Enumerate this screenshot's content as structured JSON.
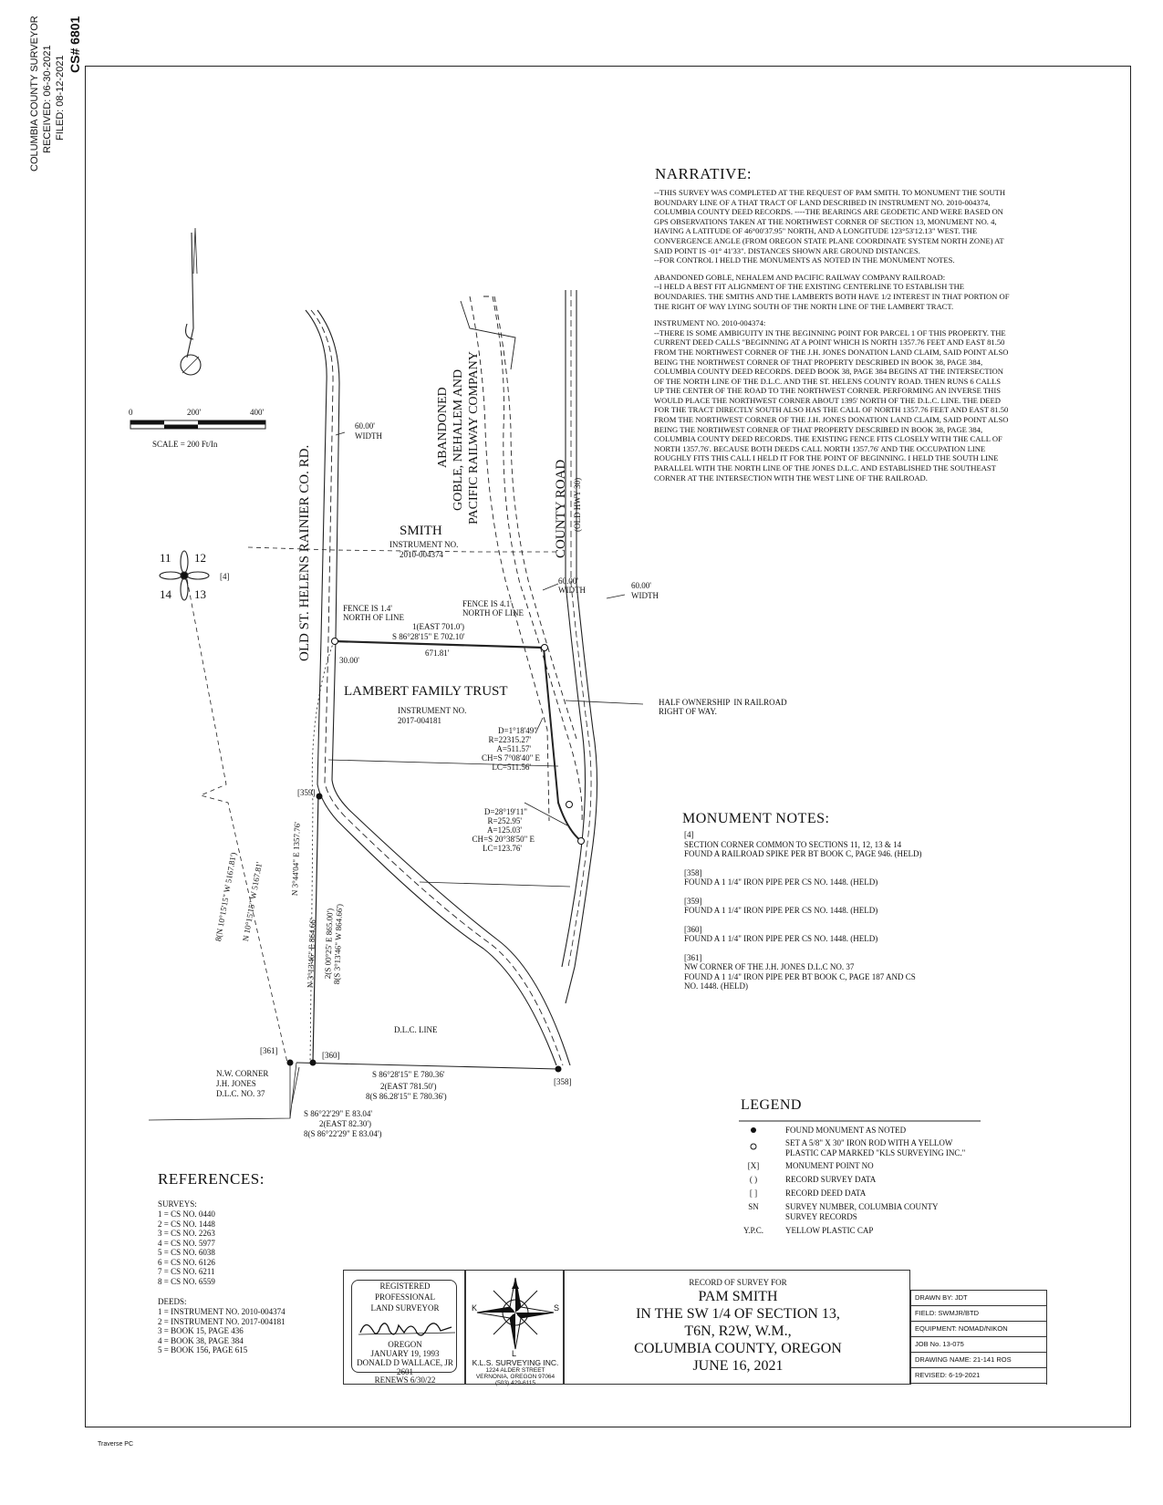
{
  "stamp": {
    "line1": "COLUMBIA COUNTY SURVEYOR",
    "line2": "RECEIVED: 06-30-2021",
    "line3": "FILED: 08-12-2021",
    "line4": "CS# 6801"
  },
  "scale": {
    "tick0": "0",
    "tick1": "200'",
    "tick2": "400'",
    "label": "SCALE = 200 Ft/In"
  },
  "section_corner": {
    "nw": "11",
    "ne": "12",
    "sw": "14",
    "se": "13",
    "ref": "[4]"
  },
  "map_labels": {
    "road_old": "OLD ST. HELENS RAINIER CO. RD.",
    "railway_1": "ABANDONED",
    "railway_2": "GOBLE, NEHALEM AND",
    "railway_3": "PACIFIC RAILWAY COMPANY",
    "county_road": "COUNTY ROAD",
    "old_hwy": "(OLD HWY 30)",
    "width_left_1": "60.00'",
    "width_left_2": "WIDTH",
    "width_mid_1": "60.00'",
    "width_mid_2": "WIDTH",
    "width_right_1": "60.00'",
    "width_right_2": "WIDTH",
    "smith": "SMITH",
    "smith_inst_1": "INSTRUMENT NO.",
    "smith_inst_2": "2010-004374",
    "fence_left_1": "FENCE IS 1.4'",
    "fence_left_2": "NORTH OF LINE",
    "fence_right_1": "FENCE IS 4.1'",
    "fence_right_2": "NORTH OF LINE",
    "north_line_rec": "1(EAST 701.0')",
    "north_line_brg": "S 86°28'15\" E 702.10'",
    "north_line_dist": "671.81'",
    "offset": "30.00'",
    "lambert": "LAMBERT FAMILY TRUST",
    "lambert_inst_1": "INSTRUMENT NO.",
    "lambert_inst_2": "2017-004181",
    "curve1": [
      "D=1°18'49\"",
      "R=22315.27'",
      "A=511.57'",
      "CH=S 7°08'40\" E",
      "LC=511.56'"
    ],
    "curve2": [
      "D=28°19'11\"",
      "R=252.95'",
      "A=125.03'",
      "CH=S 20°38'50\" E",
      "LC=123.76'"
    ],
    "half_ownership_1": "HALF OWNERSHIP  IN RAILROAD",
    "half_ownership_2": "RIGHT OF WAY.",
    "mon_359": "[359]",
    "mon_360": "[360]",
    "mon_361": "[361]",
    "mon_358": "[358]",
    "west_line_1": "N 3°44'04\" E 1357.76'",
    "west_line_2": "N 3°13'46\" E 864.66'",
    "west_line_3": "2(S 00°25' E 865.00')",
    "west_line_4": "8(S 3°13'46\" W 864.66')",
    "long_line_1": "8(N 10°15'15\" W 5167.81')",
    "long_line_2": "N 10°15'15\" W 5167.81'",
    "dlc_line": "D.L.C. LINE",
    "south_brg": "S 86°28'15\" E 780.36'",
    "south_rec_2": "2(EAST 781.50')",
    "south_rec_8": "8(S 86.28'15\" E 780.36')",
    "nw_corner_1": "N.W. CORNER",
    "nw_corner_2": "J.H. JONES",
    "nw_corner_3": "D.L.C. NO. 37",
    "short_brg": "S 86°22'29\" E 83.04'",
    "short_rec_2": "2(EAST 82.30')",
    "short_rec_8": "8(S 86°22'29\" E 83.04')"
  },
  "narrative": {
    "heading": "NARRATIVE:",
    "p1": "--THIS SURVEY WAS COMPLETED AT THE REQUEST OF PAM SMITH. TO MONUMENT THE SOUTH BOUNDARY LINE OF A THAT TRACT OF LAND DESCRIBED IN INSTRUMENT NO. 2010-004374, COLUMBIA COUNTY DEED RECORDS.  ----THE BEARINGS ARE GEODETIC AND WERE BASED ON GPS OBSERVATIONS TAKEN AT THE NORTHWEST CORNER OF SECTION 13, MONUMENT NO. 4, HAVING A LATITUDE OF 46°00'37.95\" NORTH, AND A LONGITUDE 123°53'12.13\" WEST. THE CONVERGENCE ANGLE (FROM OREGON STATE PLANE COORDINATE SYSTEM NORTH ZONE) AT SAID POINT IS -01° 41'33\". DISTANCES SHOWN ARE GROUND DISTANCES.",
    "p1b": "--FOR CONTROL I HELD THE MONUMENTS AS NOTED IN THE MONUMENT NOTES.",
    "p2h": "ABANDONED GOBLE, NEHALEM AND PACIFIC RAILWAY COMPANY RAILROAD:",
    "p2": "--I HELD A BEST FIT ALIGNMENT OF THE EXISTING CENTERLINE TO ESTABLISH THE BOUNDARIES.  THE SMITHS AND THE LAMBERTS BOTH HAVE 1/2 INTEREST IN THAT PORTION OF THE RIGHT OF WAY LYING SOUTH OF THE NORTH LINE OF THE LAMBERT TRACT.",
    "p3h": "INSTRUMENT NO. 2010-004374:",
    "p3": "--THERE IS SOME AMBIGUITY IN THE BEGINNING POINT FOR PARCEL 1 OF THIS PROPERTY. THE CURRENT DEED CALLS \"BEGINNING AT A POINT WHICH IS NORTH 1357.76 FEET AND EAST 81.50 FROM THE NORTHWEST CORNER OF THE J.H. JONES DONATION LAND CLAIM, SAID POINT ALSO BEING THE NORTHWEST CORNER OF THAT PROPERTY DESCRIBED IN BOOK 38, PAGE 384, COLUMBIA COUNTY DEED RECORDS. DEED BOOK 38, PAGE 384 BEGINS AT THE INTERSECTION OF THE NORTH LINE OF THE D.L.C. AND THE ST. HELENS COUNTY ROAD. THEN RUNS 6 CALLS UP THE CENTER OF THE ROAD TO THE NORTHWEST CORNER.  PERFORMING AN INVERSE THIS WOULD PLACE THE NORTHWEST CORNER ABOUT 1395' NORTH OF THE D.L.C. LINE. THE DEED FOR THE TRACT DIRECTLY SOUTH ALSO HAS THE CALL OF NORTH 1357.76 FEET AND EAST 81.50 FROM THE NORTHWEST CORNER OF THE J.H. JONES DONATION LAND CLAIM, SAID POINT ALSO BEING THE NORTHWEST CORNER OF THAT PROPERTY DESCRIBED IN BOOK 38, PAGE 384, COLUMBIA COUNTY DEED RECORDS. THE EXISTING FENCE FITS CLOSELY WITH THE CALL OF NORTH 1357.76'.  BECAUSE BOTH DEEDS CALL NORTH 1357.76' AND THE OCCUPATION LINE ROUGHLY FITS THIS CALL I HELD IT FOR THE POINT OF BEGINNING.  I HELD THE SOUTH LINE PARALLEL WITH THE NORTH LINE OF THE JONES D.L.C. AND ESTABLISHED THE SOUTHEAST CORNER AT THE INTERSECTION WITH THE WEST LINE OF THE RAILROAD."
  },
  "monument_notes": {
    "heading": "MONUMENT NOTES:",
    "items": [
      {
        "id": "[4]",
        "text": "SECTION CORNER COMMON TO SECTIONS 11, 12, 13 & 14\nFOUND A RAILROAD SPIKE PER BT BOOK C, PAGE 946. (HELD)"
      },
      {
        "id": "[358]",
        "text": "FOUND A 1 1/4\" IRON PIPE PER CS NO. 1448. (HELD)"
      },
      {
        "id": "[359]",
        "text": "FOUND A 1 1/4\" IRON PIPE PER CS NO. 1448. (HELD)"
      },
      {
        "id": "[360]",
        "text": "FOUND A 1 1/4\" IRON PIPE PER CS NO. 1448. (HELD)"
      },
      {
        "id": "[361]",
        "text": "NW CORNER OF THE J.H. JONES D.L.C NO. 37\nFOUND A 1 1/4\" IRON PIPE PER BT BOOK C, PAGE 187 AND CS\nNO. 1448. (HELD)"
      }
    ]
  },
  "legend": {
    "heading": "LEGEND",
    "items": [
      {
        "sym": "●",
        "text": "FOUND MONUMENT AS NOTED"
      },
      {
        "sym": "○",
        "text": "SET A 5/8\" X 30\" IRON ROD WITH A YELLOW PLASTIC CAP MARKED \"KLS SURVEYING INC.\""
      },
      {
        "sym": "[X]",
        "text": "MONUMENT POINT NO"
      },
      {
        "sym": "(  )",
        "text": "RECORD SURVEY DATA"
      },
      {
        "sym": "[  ]",
        "text": "RECORD DEED DATA"
      },
      {
        "sym": "SN",
        "text": "SURVEY NUMBER, COLUMBIA COUNTY SURVEY RECORDS"
      },
      {
        "sym": "Y.P.C.",
        "text": "YELLOW PLASTIC CAP"
      }
    ]
  },
  "references": {
    "heading": "REFERENCES:",
    "surveys_label": "SURVEYS:",
    "surveys": [
      "1 = CS NO. 0440",
      "2 = CS NO. 1448",
      "3 = CS NO. 2263",
      "4 = CS NO. 5977",
      "5 = CS NO. 6038",
      "6 = CS NO. 6126",
      "7 = CS NO. 6211",
      "8 = CS NO. 6559"
    ],
    "deeds_label": "DEEDS:",
    "deeds": [
      "1 = INSTRUMENT NO. 2010-004374",
      "2 = INSTRUMENT NO. 2017-004181",
      "3 = BOOK 15, PAGE 436",
      "4 = BOOK 38, PAGE 384",
      "5 = BOOK 156, PAGE 615"
    ]
  },
  "stamp_block": {
    "line1": "REGISTERED",
    "line2": "PROFESSIONAL",
    "line3": "LAND SURVEYOR",
    "state": "OREGON",
    "date": "JANUARY 19, 1993",
    "name": "DONALD D WALLACE, JR",
    "number": "2601",
    "renews": "RENEWS 6/30/22"
  },
  "company": {
    "name": "K.L.S. SURVEYING INC.",
    "street": "1224 ALDER STREET",
    "city": "VERNONIA, OREGON 97064",
    "phone": "(503) 429-6115",
    "compass": {
      "k": "K",
      "s": "S",
      "l": "L"
    }
  },
  "title_block": {
    "record_for": "RECORD OF SURVEY FOR",
    "client": "PAM SMITH",
    "line2": "IN THE SW 1/4 OF SECTION 13,",
    "line3": "T6N, R2W, W.M.,",
    "line4": "COLUMBIA COUNTY, OREGON",
    "date": "JUNE 16, 2021",
    "drawn_by": "DRAWN BY: JDT",
    "field": "FIELD: SWMJR/BTD",
    "equipment": "EQUIPMENT: NOMAD/NIKON",
    "job": "JOB No. 13-075",
    "drawing": "DRAWING NAME: 21-141 ROS",
    "revised": "REVISED: 6-19-2021"
  },
  "footer": {
    "traverse": "Traverse PC"
  }
}
